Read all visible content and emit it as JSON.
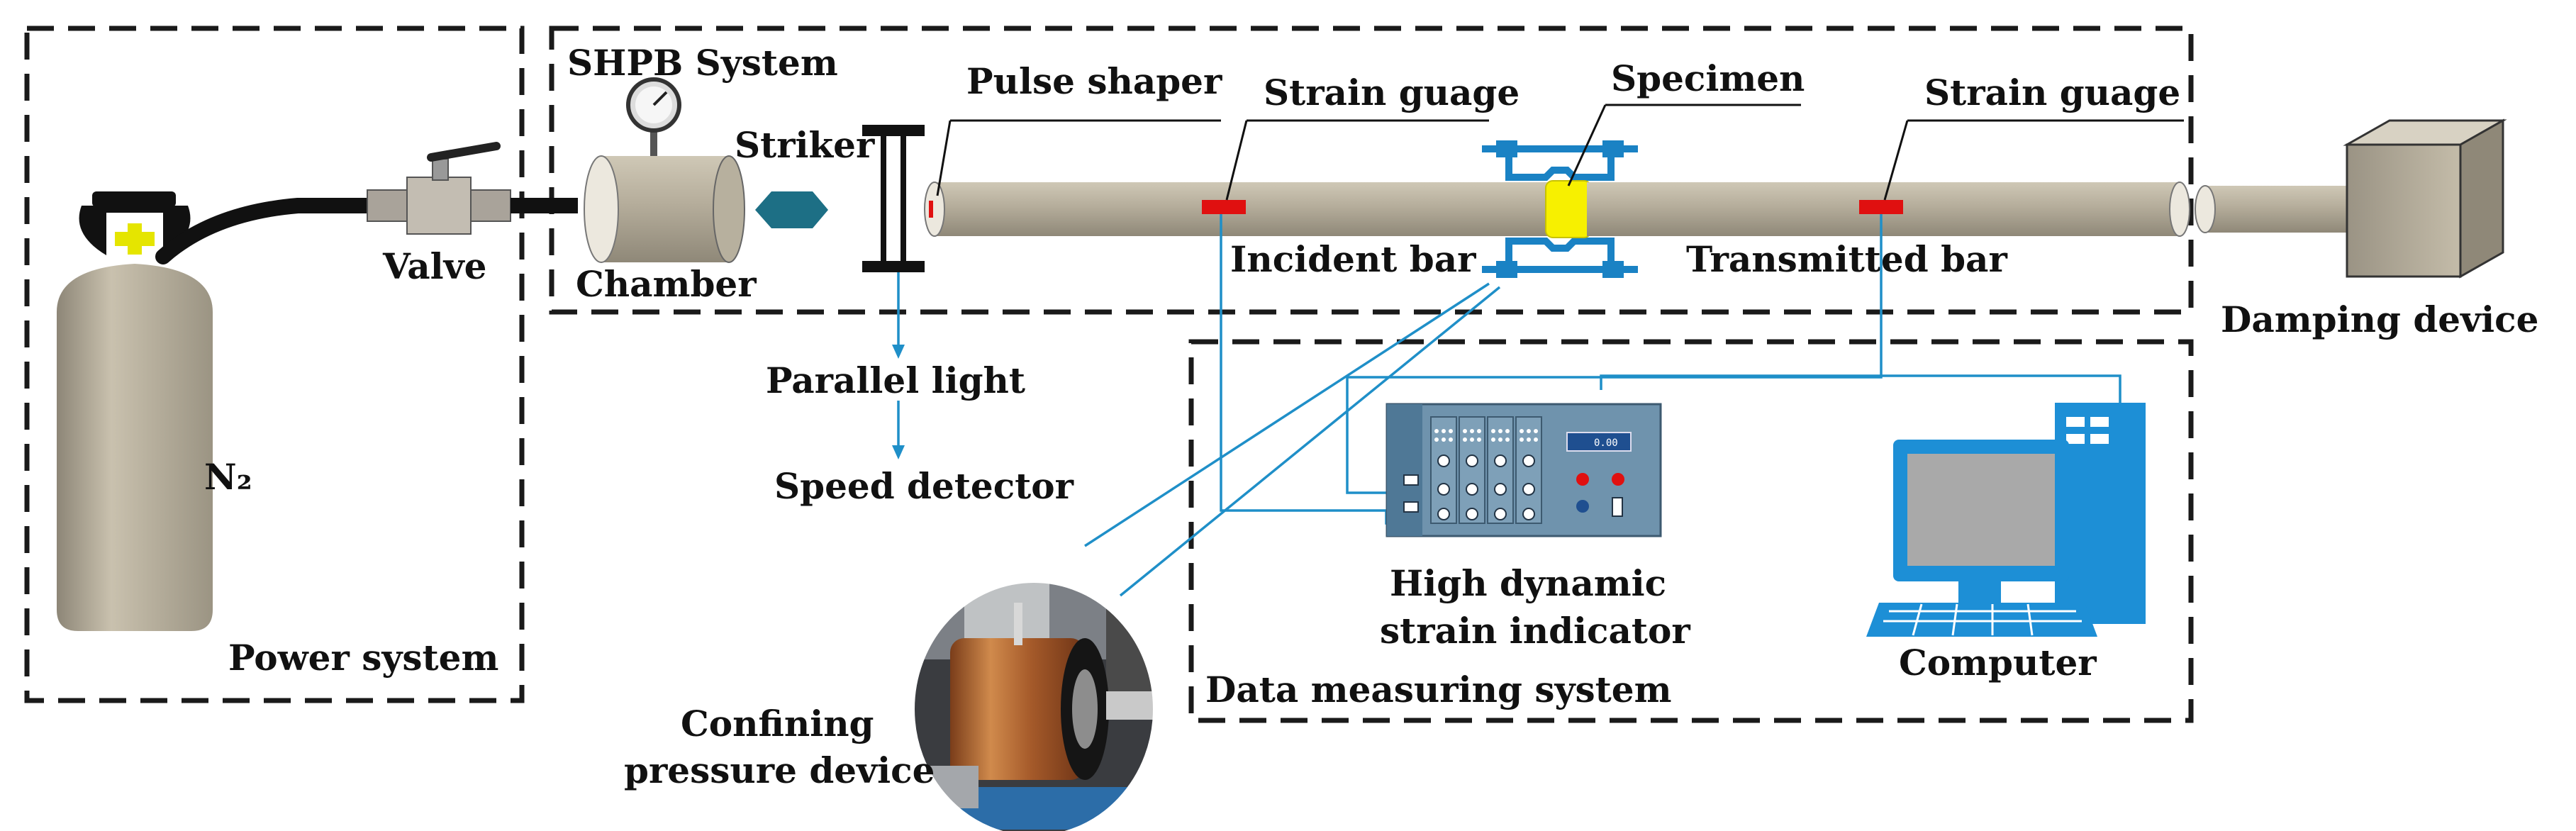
{
  "labels": {
    "shpb_system": "SHPB System",
    "pulse_shaper": "Pulse shaper",
    "strain_gauge_left": "Strain guage",
    "specimen": "Specimen",
    "strain_gauge_right": "Strain guage",
    "striker": "Striker",
    "valve": "Valve",
    "chamber": "Chamber",
    "incident_bar": "Incident bar",
    "transmitted_bar": "Transmitted bar",
    "damping_device": "Damping device",
    "parallel_light": "Parallel light",
    "speed_detector": "Speed detector",
    "gas": "N₂",
    "power_system": "Power system",
    "strain_indicator_line1": "High dynamic",
    "strain_indicator_line2": "strain indicator",
    "computer": "Computer",
    "data_measuring_system": "Data measuring system",
    "confining_line1": "Confining",
    "confining_line2": "pressure device",
    "indicator_display": "0.00"
  },
  "colors": {
    "bar": "#b5ad9b",
    "wire": "#1f8fc8",
    "specimen": "#f7f000",
    "gauge": "#e01010",
    "computer": "#1d8fd6",
    "indicator": "#6f93ad",
    "dashed_box": "#1a1a1a"
  }
}
